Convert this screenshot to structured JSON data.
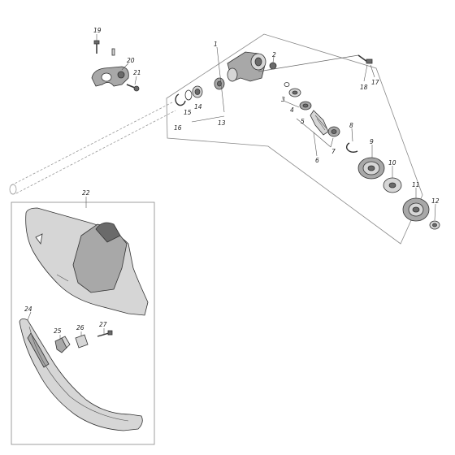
{
  "diagram": {
    "part_labels": [
      "1",
      "2",
      "3",
      "4",
      "5",
      "6",
      "7",
      "8",
      "9",
      "10",
      "11",
      "12",
      "13",
      "14",
      "15",
      "16",
      "17",
      "18",
      "19",
      "20",
      "21",
      "22",
      "24",
      "25",
      "26",
      "27"
    ]
  }
}
